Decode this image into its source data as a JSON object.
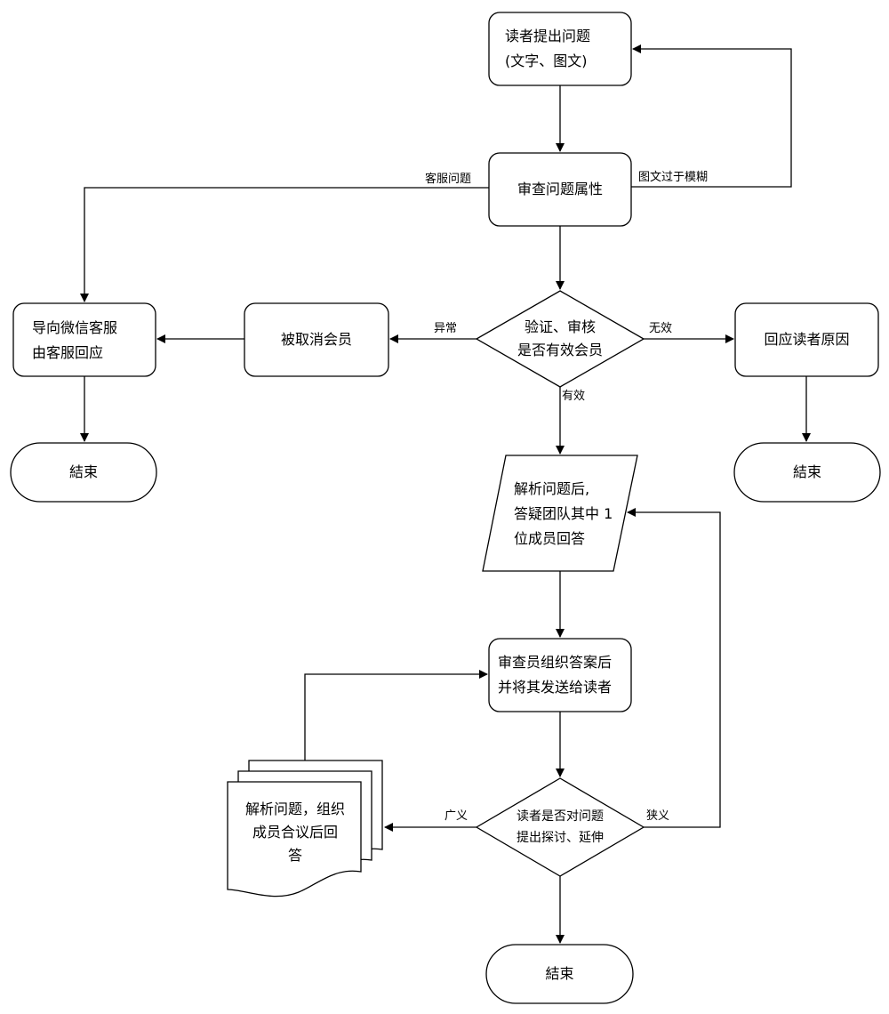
{
  "nodes": {
    "reader_question": {
      "line1": "读者提出问题",
      "line2": "(文字、图文)"
    },
    "review_attribute": {
      "text": "审查问题属性"
    },
    "verify_member": {
      "line1": "验证、审核",
      "line2": "是否有效会员"
    },
    "cancelled_member": {
      "text": "被取消会员"
    },
    "wechat_service": {
      "line1": "导向微信客服",
      "line2": "由客服回应"
    },
    "reply_reason": {
      "text": "回应读者原因"
    },
    "end_left": {
      "text": "結束"
    },
    "end_right": {
      "text": "結束"
    },
    "end_bottom": {
      "text": "結束"
    },
    "analyze_answer": {
      "line1": "解析问题后,",
      "line2": "答疑团队其中 1",
      "line3": "位成员回答"
    },
    "organize_send": {
      "line1": "审查员组织答案后",
      "line2": "并将其发送给读者"
    },
    "discuss_decision": {
      "line1": "读者是否对问题",
      "line2": "提出探讨、延伸"
    },
    "team_answer": {
      "line1": "解析问题，组织",
      "line2": "成员合议后回",
      "line3": "答"
    }
  },
  "edges": {
    "customer_service_question": "客服问题",
    "image_too_blurry": "图文过于模糊",
    "abnormal": "异常",
    "invalid": "无效",
    "valid": "有效",
    "broad": "广义",
    "narrow": "狭义"
  }
}
